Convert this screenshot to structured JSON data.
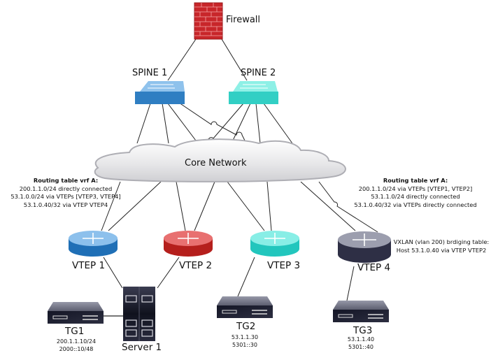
{
  "title": "VXLAN EVPN network topology",
  "nodes": {
    "firewall": {
      "label": "Firewall",
      "color": "#cc2a2a"
    },
    "spine1": {
      "label": "SPINE 1",
      "color": "#3a86c8"
    },
    "spine2": {
      "label": "SPINE 2",
      "color": "#3fd3c8"
    },
    "core": {
      "label": "Core Network"
    },
    "vtep1": {
      "label": "VTEP 1",
      "color": "#2f7fc4"
    },
    "vtep2": {
      "label": "VTEP 2",
      "color": "#c62a24"
    },
    "vtep3": {
      "label": "VTEP 3",
      "color": "#2fcfc6"
    },
    "vtep4": {
      "label": "VTEP 4",
      "color": "#3c3c52"
    },
    "server1": {
      "label": "Server 1"
    },
    "tg1": {
      "label": "TG1",
      "ipv4": "200.1.1.10/24",
      "ipv6": "2000::10/48"
    },
    "tg2": {
      "label": "TG2",
      "ipv4": "53.1.1.30",
      "ipv6": "5301::30"
    },
    "tg3": {
      "label": "TG3",
      "ipv4": "53.1.1.40",
      "ipv6": "5301::40"
    }
  },
  "annotations": {
    "left_routing": {
      "title": "Routing table vrf A:",
      "lines": [
        "200.1.1.0/24 directly connected",
        "53.1.0.0/24 via VTEPs [VTEP3, VTEP4]",
        "53.1.0.40/32 via VTEP VTEP4"
      ]
    },
    "right_routing": {
      "title": "Routing table vrf A:",
      "lines": [
        "200.1.1.0/24 via VTEPs [VTEP1, VTEP2]",
        "53.1.1.0/24 directly connected",
        "53.1.0.40/32 via VTEPs directly connected"
      ]
    },
    "bridging": {
      "lines": [
        "VXLAN (vlan 200) brdiging table:",
        "Host 53.1.0.40 via VTEP VTEP2"
      ]
    }
  }
}
